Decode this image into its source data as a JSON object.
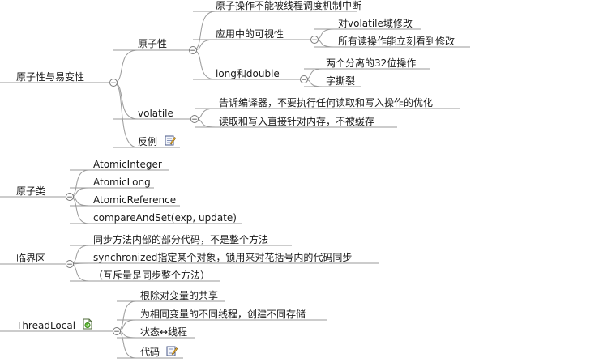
{
  "colors": {
    "line": "#9a9a9a",
    "text": "#1a1a1a",
    "toggle_fill": "#ffffff"
  },
  "collapse_symbol": "−",
  "icons": {
    "note": "note-pencil-icon",
    "attachment": "attachment-icon"
  },
  "nodes": {
    "root1": "原子性与易变性",
    "atomicity": "原子性",
    "atomic_op": "原子操作不能被线程调度机制中断",
    "visibility": "应用中的可视性",
    "vis_volatile": "对volatile域修改",
    "vis_all": "所有读操作能立刻看到修改",
    "long_double": "long和double",
    "ld_split": "两个分离的32位操作",
    "ld_tear": "字撕裂",
    "volatile": "volatile",
    "vol_compiler": "告诉编译器，不要执行任何读取和写入操作的优化",
    "vol_memory": "读取和写入直接针对内存，不被缓存",
    "example": "反例",
    "root2": "原子类",
    "atomic_integer": "AtomicInteger",
    "atomic_long": "AtomicLong",
    "atomic_reference": "AtomicReference",
    "cas": "compareAndSet(exp, update)",
    "root3": "临界区",
    "cs_part": "同步方法内部的部分代码，不是整个方法",
    "cs_sync": "synchronized指定某个对象，锁用来对花括号内的代码同步",
    "cs_mutex": "（互斥量是同步整个方法）",
    "root4": "ThreadLocal",
    "tl_remove": "根除对变量的共享",
    "tl_storage": "为相同变量的不同线程，创建不同存储",
    "tl_state": "状态↔线程",
    "tl_code": "代码"
  }
}
